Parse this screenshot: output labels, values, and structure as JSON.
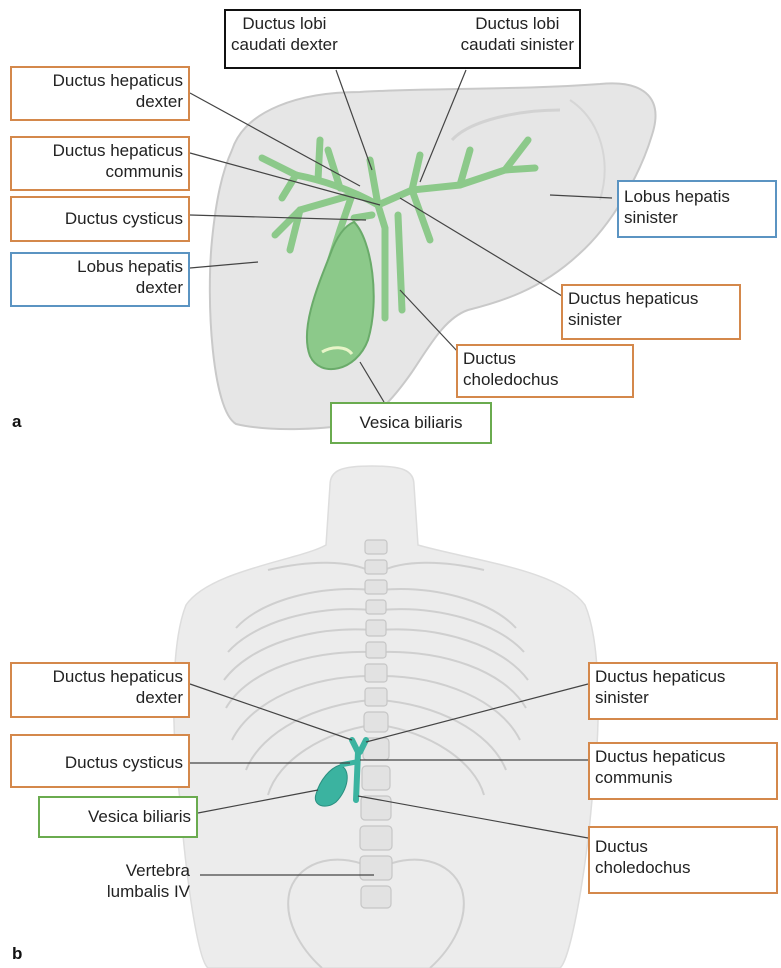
{
  "panel_a": {
    "letter": "a",
    "labels": {
      "ductus_lobi_caudati_dexter": [
        "Ductus lobi",
        "caudati dexter"
      ],
      "ductus_lobi_caudati_sinister": [
        "Ductus lobi",
        "caudati sinister"
      ],
      "ductus_hepaticus_dexter": [
        "Ductus hepaticus",
        "dexter"
      ],
      "ductus_hepaticus_communis": [
        "Ductus hepaticus",
        "communis"
      ],
      "ductus_cysticus": "Ductus cysticus",
      "lobus_hepatis_dexter": [
        "Lobus hepatis",
        "dexter"
      ],
      "lobus_hepatis_sinister": [
        "Lobus hepatis",
        "sinister"
      ],
      "ductus_hepaticus_sinister": [
        "Ductus hepaticus",
        "sinister"
      ],
      "ductus_choledochus": [
        "Ductus",
        "choledochus"
      ],
      "vesica_biliaris": "Vesica biliaris"
    }
  },
  "panel_b": {
    "letter": "b",
    "labels": {
      "ductus_hepaticus_dexter": [
        "Ductus hepaticus",
        "dexter"
      ],
      "ductus_cysticus": "Ductus cysticus",
      "vesica_biliaris": "Vesica biliaris",
      "vertebra_lumbalis_iv": [
        "Vertebra",
        "lumbalis IV"
      ],
      "ductus_hepaticus_sinister": [
        "Ductus hepaticus",
        "sinister"
      ],
      "ductus_hepaticus_communis": [
        "Ductus hepaticus",
        "communis"
      ],
      "ductus_choledochus": [
        "Ductus",
        "choledochus"
      ]
    }
  },
  "colors": {
    "liver": "#e6e6e6",
    "duct_green": "#8cc98a",
    "gallbladder_teal": "#3bb3a0",
    "border_orange": "#d4884b",
    "border_blue": "#5b94c2",
    "border_green": "#6aab4f"
  }
}
